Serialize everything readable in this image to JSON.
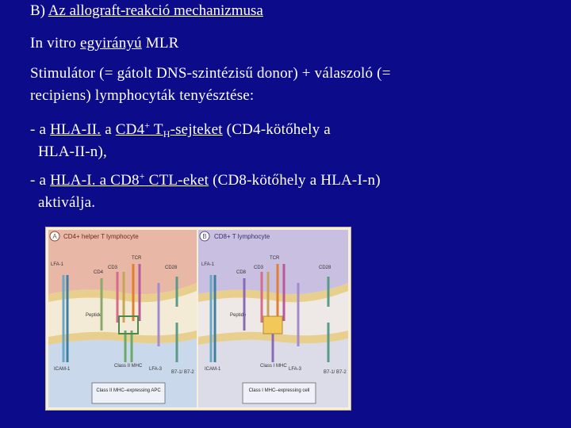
{
  "title": {
    "prefix": "B) ",
    "text": "Az allograft-reakció mechanizmusa"
  },
  "intro": {
    "line1_a": "In vitro ",
    "line1_b": "egyirányú",
    "line1_c": " MLR",
    "line2": "Stimulátor (= gátolt DNS-szintézisű donor) + válaszoló (=",
    "line3": "recipiens) lymphocyták tenyésztése:"
  },
  "bullets": [
    {
      "a": "- a ",
      "b": "HLA-II.",
      "c": " a ",
      "d": "CD4",
      "d_sup": "+",
      "e": " T",
      "e_sub": "H",
      "f": "-sejteket",
      "g": " (CD4-kötőhely a",
      "cont": "HLA-II-n),"
    },
    {
      "a": "- a ",
      "b": "HLA-I.",
      "c": " a ",
      "d": "CD8",
      "d_sup": "+",
      "e": " CTL-eket",
      "g": " (CD8-kötőhely a HLA-I-n)",
      "cont": "aktiválja."
    }
  ],
  "figure": {
    "panel_a": {
      "letter": "A",
      "header": "CD4+ helper T lymphocyte",
      "labels": {
        "lfa1": "LFA-1",
        "cd4": "CD4",
        "cd3": "CD3",
        "tcr": "TCR",
        "cd28": "CD28",
        "peptide": "Peptide",
        "icam1": "ICAM-1",
        "mhc": "Class II MHC",
        "lfa3": "LFA-3",
        "b7": "B7-1/ B7-2",
        "footer": "Class II MHC–expressing APC"
      }
    },
    "panel_b": {
      "letter": "B",
      "header": "CD8+ T lymphocyte",
      "labels": {
        "lfa1": "LFA-1",
        "cd8": "CD8",
        "cd3": "CD3",
        "tcr": "TCR",
        "cd28": "CD28",
        "peptide": "Peptide",
        "icam1": "ICAM-1",
        "mhc": "Class I MHC",
        "lfa3": "LFA-3",
        "b7": "B7-1/ B7-2",
        "footer": "Class I MHC–expressing cell"
      }
    },
    "colors": {
      "background": "#0c0c8a",
      "cell_top_a": "#e8b7a6",
      "cell_top_b": "#c9bfe0",
      "membrane": "#e8cf8e",
      "apc_bottom": "#c9d8ea"
    }
  }
}
